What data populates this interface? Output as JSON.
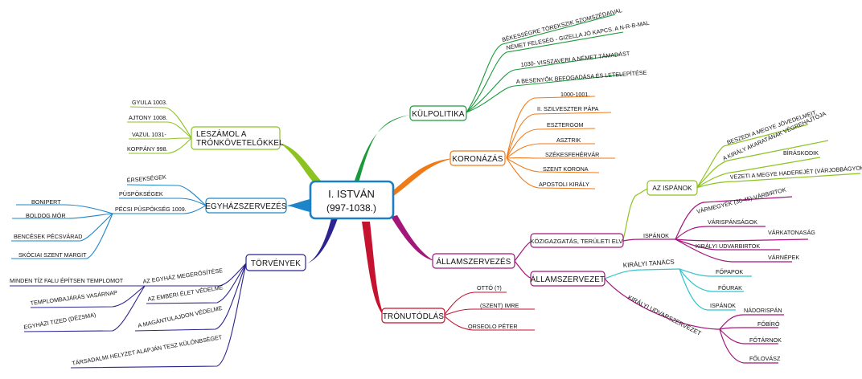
{
  "colors": {
    "kulpolitika": "#1a9a3a",
    "koronazas": "#f07a18",
    "allamszervezes": "#a3167a",
    "tronutodlas": "#c4122f",
    "torvenyek": "#2c2490",
    "egyhazszervezes": "#1e86c8",
    "leszamol": "#8cc320",
    "ispanok": "#8cc320",
    "kiralyi_tanacs": "#33c4cc"
  },
  "center": {
    "title": "I. ISTVÁN",
    "years": "(997-1038.)"
  },
  "kulpolitika": {
    "label": "KÜLPOLITIKA",
    "items": [
      "BÉKESSÉGRE TÖREKSZIK SZOMSZÉDAIVAL",
      "NÉMET FELESÉG - GIZELLA JÓ KAPCS. A N-R-B-MAL",
      "1030- VISSZAVERI A NÉMET TÁMADÁST",
      "A BESENYŐK BEFOGADÁSA ÉS LETELEPÍTÉSE"
    ]
  },
  "koronazas": {
    "label": "KORONÁZÁS",
    "items": [
      "1000-1001.",
      "II. SZILVESZTER PÁPA",
      "ESZTERGOM",
      "ASZTRIK",
      "SZÉKESFEHÉRVÁR",
      "SZENT KORONA",
      "APOSTOLI KIRÁLY"
    ]
  },
  "leszamol": {
    "label_line1": "LESZÁMOL A",
    "label_line2": "TRÓNKÖVETELŐKKEL",
    "items": [
      "GYULA 1003.",
      "AJTONY 1008.",
      "VAZUL 1031-",
      "KOPPÁNY 998."
    ]
  },
  "egyhazszervezes": {
    "label": "EGYHÁZSZERVEZÉS",
    "items": [
      "ÉRSEKSÉGEK",
      "PÜSPÖKSÉGEK",
      "PÉCSI PÜSPÖKSÉG 1009."
    ],
    "pecsi_items": [
      "BONIPERT",
      "BOLDOG MÓR",
      "BENCÉSEK PÉCSVÁRAD",
      "SKÓCIAI SZENT MARGIT"
    ]
  },
  "torvenyek": {
    "label": "TÖRVÉNYEK",
    "items": [
      "AZ EGYHÁZ MEGERŐSÍTÉSE",
      "AZ EMBERI ÉLET VÉDELME",
      "A MAGÁNTULAJDON VÉDELME",
      "TÁRSADALMI HELYZET ALAPJÁN TESZ KÜLÖNBSÉGET"
    ],
    "egyhaz_items": [
      "MINDEN TÍZ FALU ÉPÍTSEN TEMPLOMOT",
      "TEMPLOMBAJÁRÁS VASÁRNAP",
      "EGYHÁZI TIZED (DÉZSMA)"
    ]
  },
  "tronutodlas": {
    "label": "TRÓNUTÓDLÁS",
    "items": [
      "OTTÓ (?)",
      "(SZENT) IMRE",
      "ORSEOLO PÉTER"
    ]
  },
  "allamszervezes": {
    "label": "ÁLLAMSZERVEZÉS",
    "kozigazgatas": "KÖZIGAZGATÁS, TERÜLETI ELV",
    "allamszervezet": "ÁLLAMSZERVEZET",
    "ispanok_label": "ISPÁNOK",
    "ispanok_sub": [
      "VÁRMEGYÉK (30-45)-VÁRBIRTOK",
      "VÁRISPÁNSÁGOK",
      "VÁRKATONASÁG",
      "KIRÁLYI UDVARBIRTOK",
      "VÁRNÉPEK"
    ],
    "az_ispanok": {
      "label": "AZ ISPÁNOK",
      "items": [
        "BESZEDI A MEGYE JÖVEDELMEIT",
        "A KIRÁLY AKARATÁNAK VÉGREHAJTÓJA",
        "BÍRÁSKODIK",
        "VEZETI A MEGYE HADEREJÉT (VÁRJOBBÁGYOK)"
      ]
    },
    "kiralyi_tanacs": {
      "label": "KIRÁLYI TANÁCS",
      "items": [
        "FŐPAPOK",
        "FŐURAK",
        "ISPÁNOK"
      ]
    },
    "udvarszervezet": {
      "label": "KIRÁLYI UDVARSZERVEZET",
      "items": [
        "NÁDORISPÁN",
        "FŐBÍRÓ",
        "FŐTÁRNOK",
        "FŐLOVÁSZ"
      ]
    }
  }
}
